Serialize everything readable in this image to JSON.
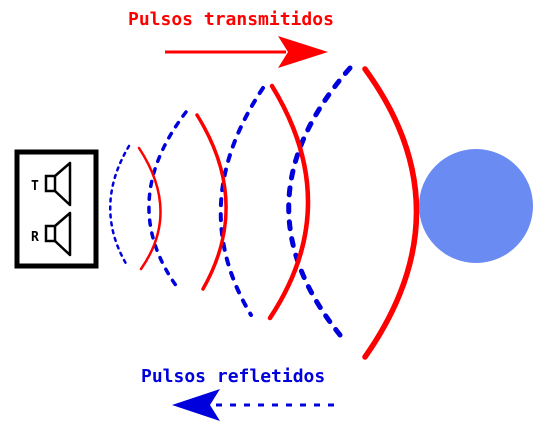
{
  "labels": {
    "transmitted": "Pulsos transmitidos",
    "reflected": "Pulsos refletidos"
  },
  "device": {
    "transmitter_letter": "T",
    "receiver_letter": "R"
  },
  "colors": {
    "transmitted": "#ff0000",
    "reflected": "#0000dd",
    "target": "#6a8cf2",
    "device_border": "#000000"
  },
  "icons": {
    "transmitter": "speaker-icon",
    "receiver": "speaker-icon",
    "target": "circle-target"
  }
}
